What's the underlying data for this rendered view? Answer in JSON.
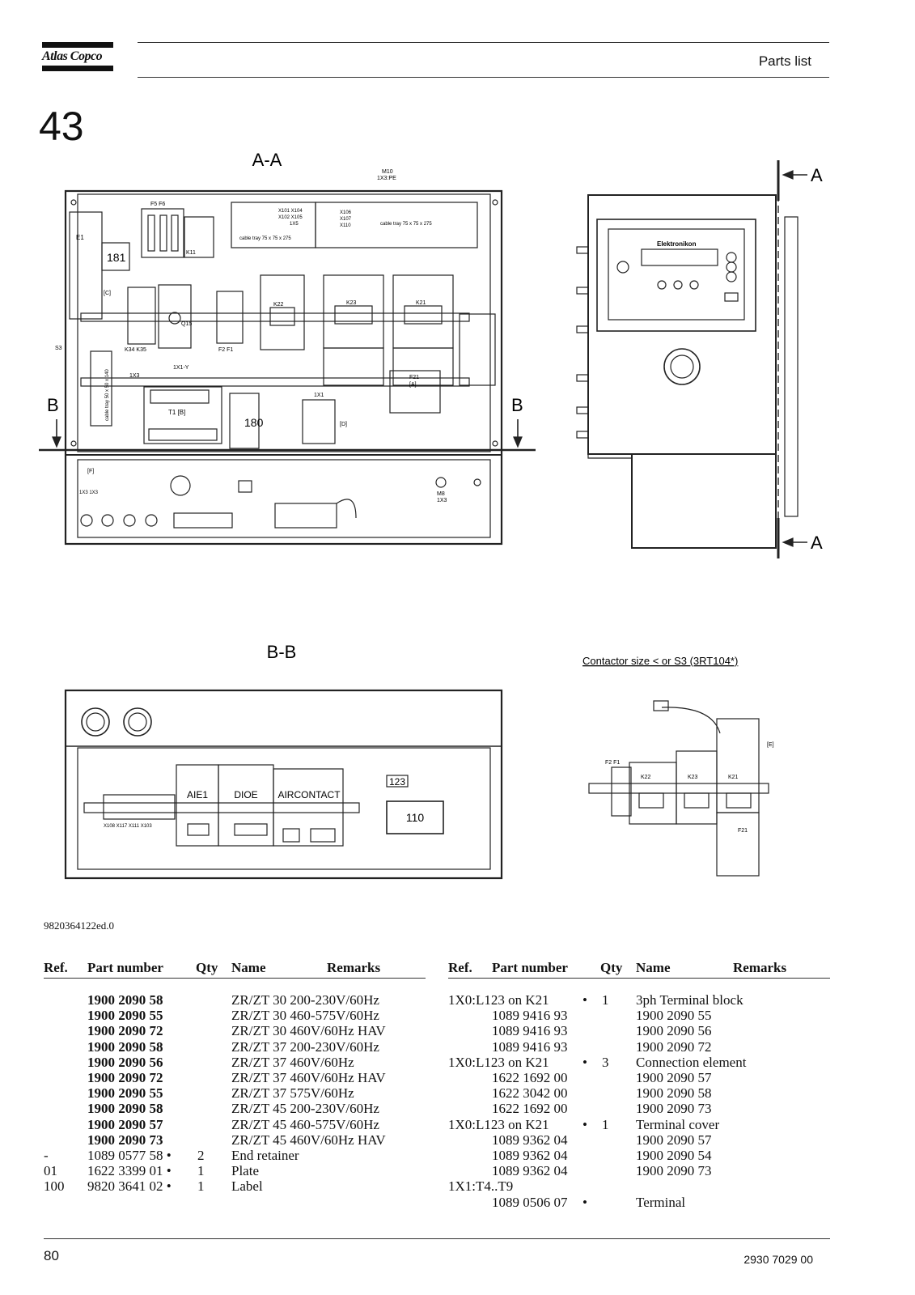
{
  "header": {
    "logo_text": "Atlas Copco",
    "title": "Parts list",
    "section_number": "43"
  },
  "drawing": {
    "view_aa": "A-A",
    "view_bb": "B-B",
    "section_marker_a": "A",
    "section_marker_b": "B",
    "contactor_note": "Contactor size < or S3 (3RT104*)",
    "labels_aa": {
      "m10": "M10",
      "m10_sub": "1X3:PE",
      "e1": "E1",
      "ref181": "181",
      "ref180": "180",
      "k11": "K11",
      "k22": "K22",
      "k23": "K23",
      "k21": "K21",
      "f21": "F21",
      "f21_sub": "[A]",
      "f2f1": "F2  F1",
      "k34k35": "K34 K35",
      "q15": "Q15",
      "x1y": "1X1-Y",
      "x1": "1X1",
      "x3": "1X3",
      "t1": "T1   [B]",
      "s3": "S3",
      "cable_tray_v": "cable tray 50 x 50 x 140",
      "cable_tray_1": "cable tray 75 x 75 x 275",
      "cable_tray_2": "cable tray 75 x 75 x 275",
      "x101": "X101 X104",
      "x102": "X102 X105",
      "x5": "1X5",
      "x106": "X106",
      "x107": "X107",
      "x110": "X110",
      "c_tag": "[C]",
      "d_tag": "[D]",
      "f_tag": "[F]",
      "f5f6": "F5   F6",
      "m8": "M8",
      "m8_sub": "1X3",
      "x3x3": "1X3  1X3",
      "elektronikon": "Elektronikon"
    },
    "labels_bb": {
      "aie1": "AIE1",
      "dioe": "DIOE",
      "aircontact": "AIRCONTACT",
      "ref123": "123",
      "ref110": "110",
      "terminals": "X108  X117  X111  X103"
    },
    "labels_contactor": {
      "e_tag": "[E]",
      "f2f1": "F2 F1",
      "k22": "K22",
      "k23": "K23",
      "k21": "K21",
      "f21": "F21"
    }
  },
  "doc_ref": "9820364122ed.0",
  "table": {
    "headers": {
      "ref": "Ref.",
      "part": "Part number",
      "qty": "Qty",
      "name": "Name",
      "remarks": "Remarks"
    },
    "left_rows": [
      {
        "ref": "",
        "part": "1900 2090 58",
        "qty": "",
        "name": "ZR/ZT 30 200-230V/60Hz",
        "bold": true
      },
      {
        "ref": "",
        "part": "1900 2090 55",
        "qty": "",
        "name": "ZR/ZT 30 460-575V/60Hz",
        "bold": true
      },
      {
        "ref": "",
        "part": "1900 2090 72",
        "qty": "",
        "name": "ZR/ZT 30 460V/60Hz HAV",
        "bold": true
      },
      {
        "ref": "",
        "part": "1900 2090 58",
        "qty": "",
        "name": "ZR/ZT 37 200-230V/60Hz",
        "bold": true
      },
      {
        "ref": "",
        "part": "1900 2090 56",
        "qty": "",
        "name": "ZR/ZT 37 460V/60Hz",
        "bold": true
      },
      {
        "ref": "",
        "part": "1900 2090 72",
        "qty": "",
        "name": "ZR/ZT 37 460V/60Hz HAV",
        "bold": true
      },
      {
        "ref": "",
        "part": "1900 2090 55",
        "qty": "",
        "name": "ZR/ZT 37 575V/60Hz",
        "bold": true
      },
      {
        "ref": "",
        "part": "1900 2090 58",
        "qty": "",
        "name": "ZR/ZT 45 200-230V/60Hz",
        "bold": true
      },
      {
        "ref": "",
        "part": "1900 2090 57",
        "qty": "",
        "name": "ZR/ZT 45 460-575V/60Hz",
        "bold": true
      },
      {
        "ref": "",
        "part": "1900 2090 73",
        "qty": "",
        "name": "ZR/ZT 45 460V/60Hz  HAV",
        "bold": true
      },
      {
        "ref": "-",
        "part": "1089 0577 58 •",
        "qty": "2",
        "name": "End retainer",
        "bold": false
      },
      {
        "ref": "01",
        "part": "1622 3399 01 •",
        "qty": "1",
        "name": "Plate",
        "bold": false
      },
      {
        "ref": "100",
        "part": "9820 3641 02 •",
        "qty": "1",
        "name": "Label",
        "bold": false
      }
    ],
    "right_rows": [
      {
        "ref": "1X0:L123 on K21",
        "part": "",
        "dot": "•",
        "qty": "1",
        "name": "3ph Terminal block"
      },
      {
        "ref": "",
        "part": "1089 9416 93",
        "dot": "",
        "qty": "",
        "name": "1900 2090 55"
      },
      {
        "ref": "",
        "part": "1089 9416 93",
        "dot": "",
        "qty": "",
        "name": "1900 2090 56"
      },
      {
        "ref": "",
        "part": "1089 9416 93",
        "dot": "",
        "qty": "",
        "name": "1900 2090 72"
      },
      {
        "ref": "1X0:L123 on K21",
        "part": "",
        "dot": "•",
        "qty": "3",
        "name": "Connection element"
      },
      {
        "ref": "",
        "part": "1622 1692 00",
        "dot": "",
        "qty": "",
        "name": "1900 2090 57"
      },
      {
        "ref": "",
        "part": "1622 3042 00",
        "dot": "",
        "qty": "",
        "name": "1900 2090 58"
      },
      {
        "ref": "",
        "part": "1622 1692 00",
        "dot": "",
        "qty": "",
        "name": "1900 2090 73"
      },
      {
        "ref": "1X0:L123 on K21",
        "part": "",
        "dot": "•",
        "qty": "1",
        "name": "Terminal cover"
      },
      {
        "ref": "",
        "part": "1089 9362 04",
        "dot": "",
        "qty": "",
        "name": "1900 2090 57"
      },
      {
        "ref": "",
        "part": "1089 9362 04",
        "dot": "",
        "qty": "",
        "name": "1900 2090 54"
      },
      {
        "ref": "",
        "part": "1089 9362 04",
        "dot": "",
        "qty": "",
        "name": "1900 2090 73"
      },
      {
        "ref": "1X1:T4..T9",
        "part": "",
        "dot": "",
        "qty": "",
        "name": ""
      },
      {
        "ref": "",
        "part": "1089 0506 07",
        "dot": "•",
        "qty": "",
        "name": "Terminal"
      }
    ]
  },
  "footer": {
    "page_number": "80",
    "doc_number": "2930 7029 00"
  }
}
